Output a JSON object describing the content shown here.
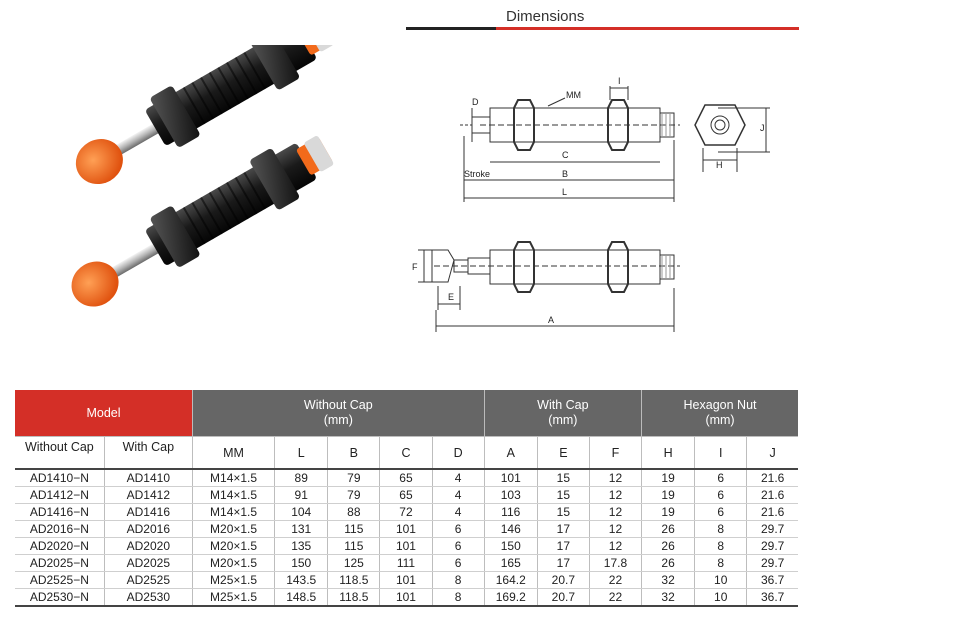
{
  "page_title": "Dimensions",
  "diagram": {
    "labels": {
      "D": "D",
      "MM": "MM",
      "I": "I",
      "C": "C",
      "Stroke": "Stroke",
      "B": "B",
      "L": "L",
      "J": "J",
      "H": "H",
      "F": "F",
      "E": "E",
      "A": "A"
    }
  },
  "table": {
    "groups": {
      "model": "Model",
      "without_cap": [
        "Without Cap",
        "(mm)"
      ],
      "with_cap": [
        "With Cap",
        "(mm)"
      ],
      "hexagon_nut": [
        "Hexagon Nut",
        "(mm)"
      ]
    },
    "subheaders": [
      "Without Cap",
      "With Cap",
      "MM",
      "L",
      "B",
      "C",
      "D",
      "A",
      "E",
      "F",
      "H",
      "I",
      "J"
    ],
    "rows": [
      [
        "AD1410−N",
        "AD1410",
        "M14×1.5",
        "89",
        "79",
        "65",
        "4",
        "101",
        "15",
        "12",
        "19",
        "6",
        "21.6"
      ],
      [
        "AD1412−N",
        "AD1412",
        "M14×1.5",
        "91",
        "79",
        "65",
        "4",
        "103",
        "15",
        "12",
        "19",
        "6",
        "21.6"
      ],
      [
        "AD1416−N",
        "AD1416",
        "M14×1.5",
        "104",
        "88",
        "72",
        "4",
        "116",
        "15",
        "12",
        "19",
        "6",
        "21.6"
      ],
      [
        "AD2016−N",
        "AD2016",
        "M20×1.5",
        "131",
        "115",
        "101",
        "6",
        "146",
        "17",
        "12",
        "26",
        "8",
        "29.7"
      ],
      [
        "AD2020−N",
        "AD2020",
        "M20×1.5",
        "135",
        "115",
        "101",
        "6",
        "150",
        "17",
        "12",
        "26",
        "8",
        "29.7"
      ],
      [
        "AD2025−N",
        "AD2025",
        "M20×1.5",
        "150",
        "125",
        "111",
        "6",
        "165",
        "17",
        "17.8",
        "26",
        "8",
        "29.7"
      ],
      [
        "AD2525−N",
        "AD2525",
        "M25×1.5",
        "143.5",
        "118.5",
        "101",
        "8",
        "164.2",
        "20.7",
        "22",
        "32",
        "10",
        "36.7"
      ],
      [
        "AD2530−N",
        "AD2530",
        "M25×1.5",
        "148.5",
        "118.5",
        "101",
        "8",
        "169.2",
        "20.7",
        "22",
        "32",
        "10",
        "36.7"
      ]
    ]
  },
  "colors": {
    "accent_red": "#d42f27",
    "header_gray": "#666666",
    "cap_orange": "#f26a1b"
  }
}
